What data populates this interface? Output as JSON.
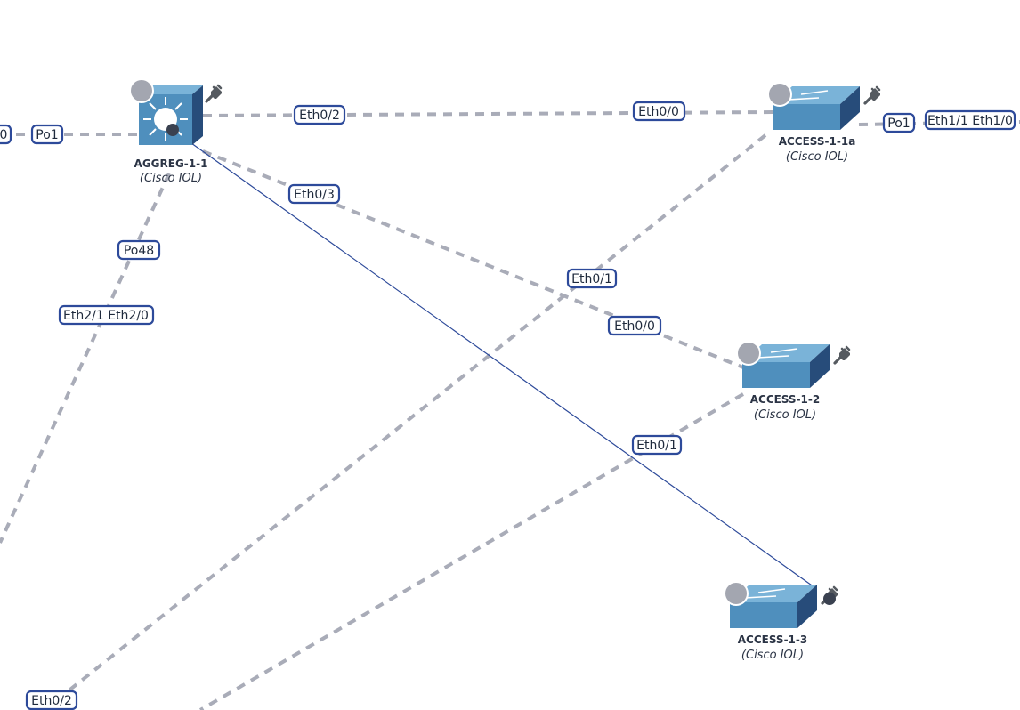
{
  "colors": {
    "link_dashed": "#a9acb8",
    "link_active": "#2d4a9a",
    "label_border": "#2d4a9a",
    "switch_front": "#4f8fbd",
    "switch_top": "#7ab3d8",
    "switch_side": "#274c7a",
    "status_circle": "#a3a6b0",
    "plug_icon": "#555a60"
  },
  "nodes": [
    {
      "id": "aggreg-1-1",
      "name": "AGGREG-1-1",
      "type": "Cisco IOL",
      "subtitle": "(Cisco IOL)",
      "icon": "layer3-switch-icon"
    },
    {
      "id": "access-1-1a",
      "name": "ACCESS-1-1a",
      "type": "Cisco IOL",
      "subtitle": "(Cisco IOL)",
      "icon": "layer2-switch-icon"
    },
    {
      "id": "access-1-2",
      "name": "ACCESS-1-2",
      "type": "Cisco IOL",
      "subtitle": "(Cisco IOL)",
      "icon": "layer2-switch-icon"
    },
    {
      "id": "access-1-3",
      "name": "ACCESS-1-3",
      "type": "Cisco IOL",
      "subtitle": "(Cisco IOL)",
      "icon": "layer2-switch-icon"
    }
  ],
  "labels": {
    "aggreg_po1": "Po1",
    "aggreg_left_partial": "0",
    "aggreg_eth02": "Eth0/2",
    "access11a_eth00": "Eth0/0",
    "aggreg_eth03": "Eth0/3",
    "access12_eth00": "Eth0/0",
    "aggreg_po48": "Po48",
    "aggreg_eth21_eth20": "Eth2/1 Eth2/0",
    "access11a_eth01": "Eth0/1",
    "access12_eth01": "Eth0/1",
    "access11a_po1": "Po1",
    "access11a_eth11_eth10": "Eth1/1 Eth1/0",
    "bottom_eth02": "Eth0/2"
  }
}
